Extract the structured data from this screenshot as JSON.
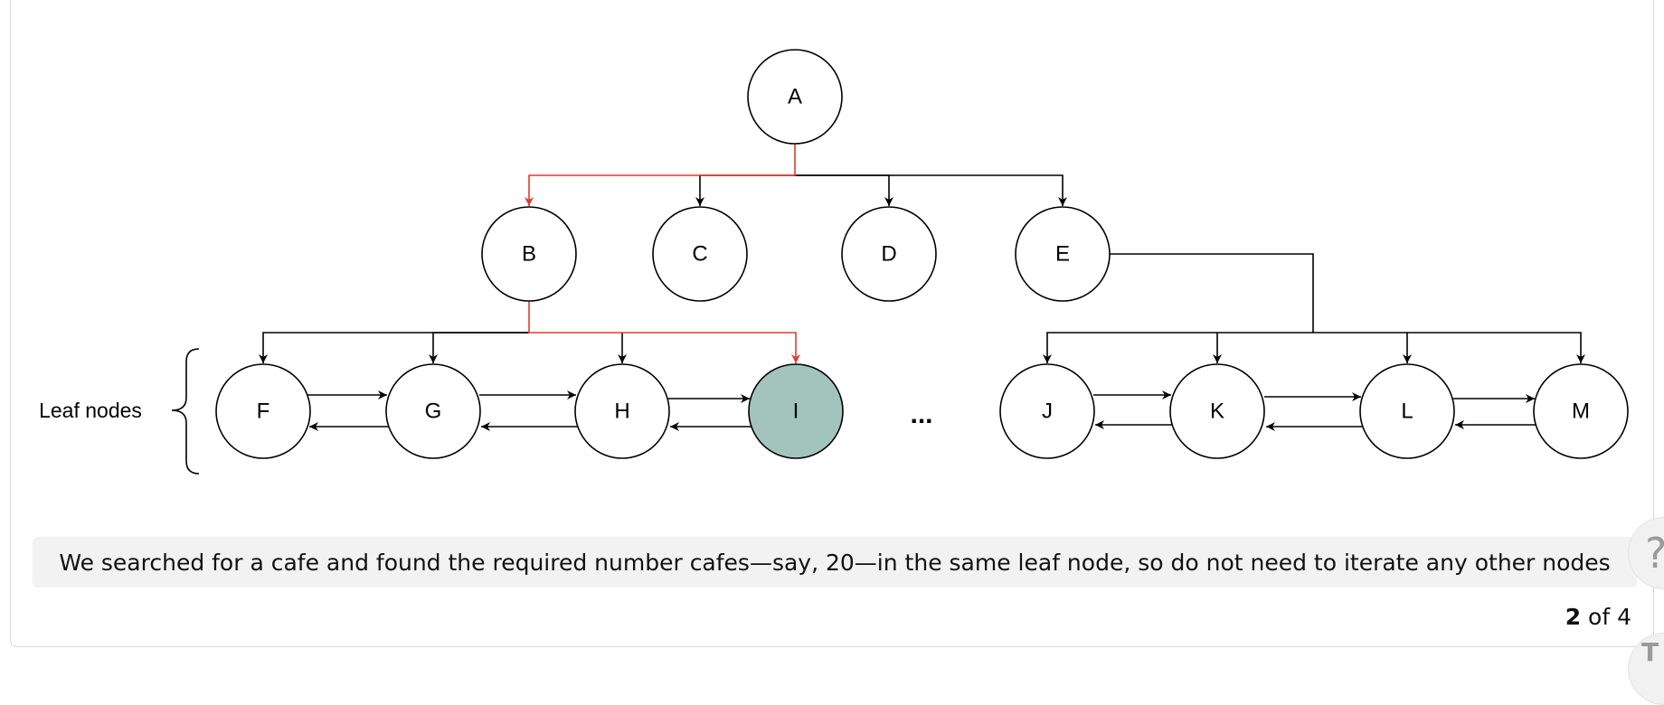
{
  "diagram": {
    "nodes": {
      "A": "A",
      "B": "B",
      "C": "C",
      "D": "D",
      "E": "E",
      "F": "F",
      "G": "G",
      "H": "H",
      "I": "I",
      "J": "J",
      "K": "K",
      "L": "L",
      "M": "M"
    },
    "side_label": "Leaf nodes",
    "ellipsis": "...",
    "highlight_color": "#e03c2f",
    "found_node_fill": "#a3c4bc",
    "found_node": "I"
  },
  "caption": "We searched for a cafe and found the required number cafes—say, 20—in the same leaf node, so do not need to iterate any other nodes",
  "pager": {
    "current": "2",
    "of_text": "of 4"
  },
  "controls": {
    "help_glyph": "?",
    "font_glyph": "T"
  }
}
